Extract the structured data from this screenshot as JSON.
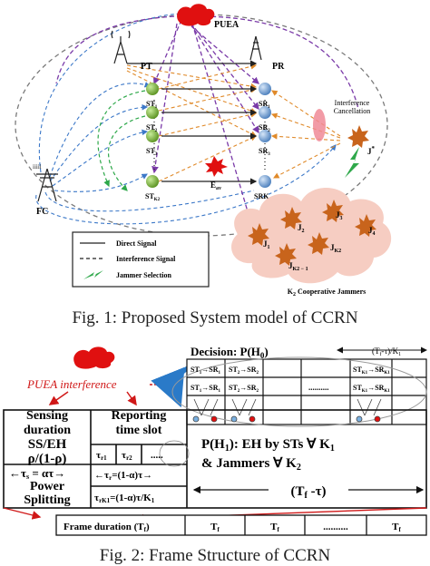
{
  "figure1": {
    "labels": {
      "puea": "PUEA",
      "pt": "PT",
      "pr": "PR",
      "fc": "FC",
      "eav": "E",
      "eav_sub": "av",
      "interference_cancellation_1": "Interference",
      "interference_cancellation_2": "Cancellation",
      "jammer_star": "J",
      "jammer_star_sup": "*",
      "cluster_caption": "K",
      "cluster_caption_sub": "2",
      "cluster_caption_rest": " Cooperative Jammers"
    },
    "secondary_transmitters": [
      {
        "base": "ST",
        "sub": "1"
      },
      {
        "base": "ST",
        "sub": "2"
      },
      {
        "base": "ST",
        "sub": "3"
      },
      {
        "base": "ST",
        "sub": "K2"
      }
    ],
    "secondary_receivers": [
      {
        "base": "SR",
        "sub": "1"
      },
      {
        "base": "SR",
        "sub": "2"
      },
      {
        "base": "SR",
        "sub": "3"
      },
      {
        "base": "SRK",
        "sub": "2"
      }
    ],
    "jammers": [
      {
        "base": "J",
        "sub": "1"
      },
      {
        "base": "J",
        "sub": "2"
      },
      {
        "base": "J",
        "sub": "3"
      },
      {
        "base": "J",
        "sub": "4"
      },
      {
        "base": "J",
        "sub": "K2"
      },
      {
        "base": "J",
        "sub": "K2 − 1"
      }
    ],
    "legend": {
      "direct": "Direct Signal",
      "interference": "Interference Signal",
      "selection": "Jammer Selection"
    },
    "caption": "Fig. 1: Proposed System model of CCRN",
    "colors": {
      "puea": "#e01010",
      "node_green": "#6aa62a",
      "node_blue": "#5b8fc8",
      "jammer": "#c8641c",
      "cloud": "#f6cdc2",
      "interference_purple": "#7a3aa8",
      "interference_orange": "#e08a2a",
      "selection_green": "#2ea84a",
      "link_blue": "#3c78c8"
    }
  },
  "figure2": {
    "puea_label": "PUEA interference",
    "decision": "Decision: P(H",
    "decision_sub": "0",
    "decision_end": ")",
    "tf_tau_k1": "(T",
    "tf_tau_k1_sub": "f",
    "tf_tau_k1_rest": "-τ)/K",
    "tf_tau_k1_sub2": "1",
    "sensing_1": "Sensing",
    "sensing_2": "duration",
    "reporting_1": "Reporting",
    "reporting_2": "time slot",
    "ss_eh": "SS/EH",
    "rho": "ρ/(1-ρ)",
    "tau_r1": "τ",
    "tau_r1_sub": "r1",
    "tau_r2": "τ",
    "tau_r2_sub": "r2",
    "tau_s": "τ",
    "tau_s_sub": "s",
    "tau_s_rest": " = ατ",
    "tau_r": "τ",
    "tau_r_sub": "r",
    "tau_r_rest": "=(1-α)τ",
    "power_1": "Power",
    "power_2": "Splitting",
    "tau_rk1": "τ",
    "tau_rk1_sub": "rK1",
    "tau_rk1_rest": "=(1-α)τ/K",
    "tau_rk1_sub2": "1",
    "h1_line1": "P(H",
    "h1_line1_sub": "1",
    "h1_line1_rest": "): EH by STs ∀ K",
    "h1_line1_sub2": "1",
    "h1_line2": "& Jammers ∀ K",
    "h1_line2_sub": "2",
    "tf_minus_tau": "(T",
    "tf_minus_tau_sub": "f",
    "tf_minus_tau_rest": " -τ)",
    "frame_duration": "Frame duration (T",
    "frame_duration_sub": "f",
    "frame_duration_end": ")",
    "tf_cells": [
      "T",
      "T",
      "T"
    ],
    "tf_cells_sub": "f",
    "frame_dots": "..........",
    "slot_rows": [
      [
        "ST",
        "1",
        "SR",
        "1"
      ],
      [
        "ST",
        "2",
        "SR",
        "2"
      ],
      [
        "ST",
        "K1",
        "SR",
        "K1"
      ]
    ],
    "slot_dots": "..........",
    "caption": "Fig. 2: Frame Structure of CCRN"
  }
}
